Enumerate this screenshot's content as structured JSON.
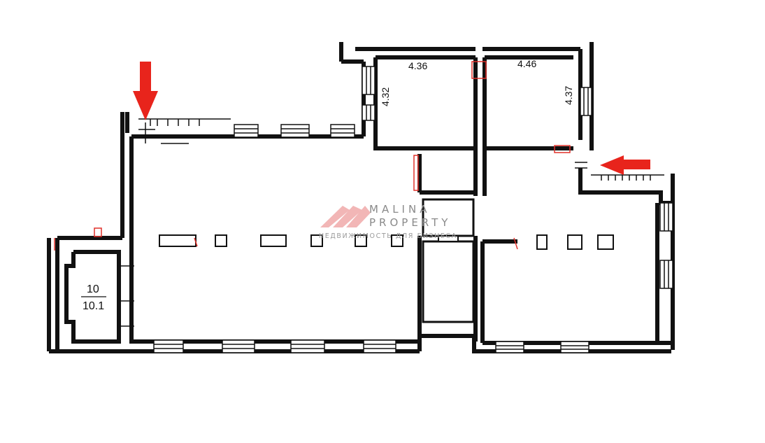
{
  "dimensions": {
    "room_a_width": "4.36",
    "room_b_width": "4.46",
    "room_a_height": "4.32",
    "room_b_height": "4.37",
    "partial_top": "4.32"
  },
  "room_label": {
    "number": "10",
    "area": "10.1"
  },
  "watermark": {
    "brand": "MALINA PROPERTY",
    "line1": "MALINA",
    "line2": "PROPERTY",
    "tagline": "НЕДВИЖИМОСТЬ ДЛЯ БИЗНЕСА"
  },
  "colors": {
    "wall": "#111111",
    "accent": "#e0302a",
    "entry_arrow": "#e8241c",
    "watermark": "#8a8a8a"
  },
  "entrances": [
    {
      "direction": "down",
      "icon": "red-arrow-down-icon"
    },
    {
      "direction": "left",
      "icon": "red-arrow-left-icon"
    }
  ]
}
